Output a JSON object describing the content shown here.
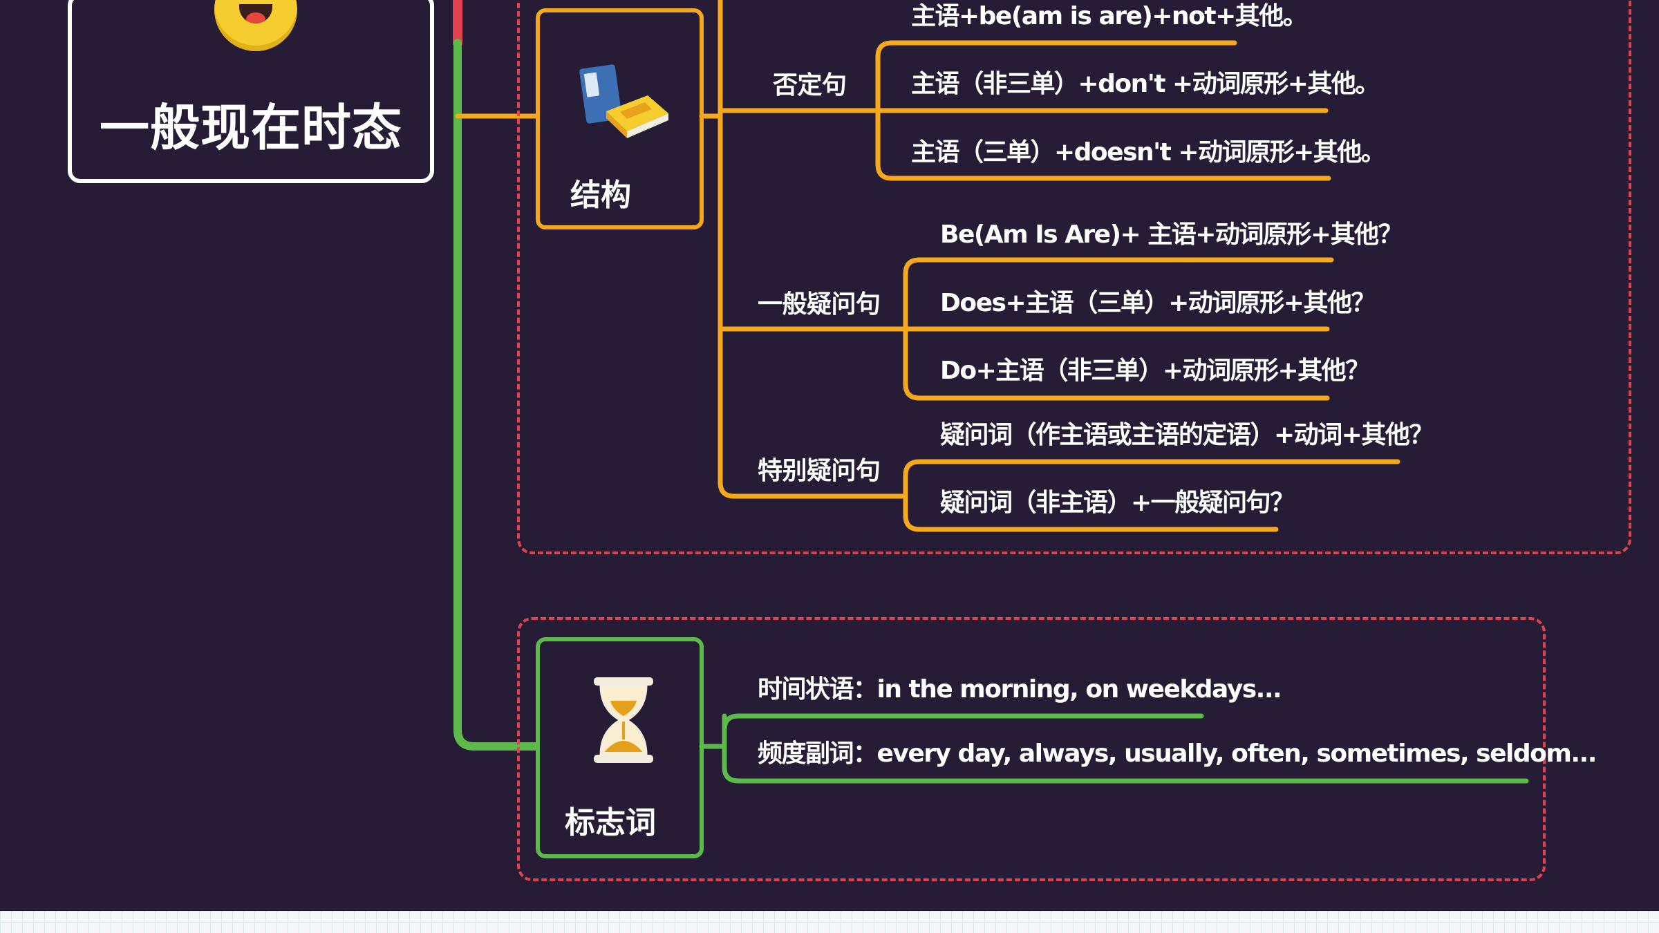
{
  "root": {
    "title": "一般现在时态",
    "icon": "smiling-face-icon"
  },
  "colors": {
    "background": "#261c35",
    "structure": "#f5a81c",
    "markers": "#5cb94a",
    "frame": "#e0434f",
    "text": "#ffffff"
  },
  "structure": {
    "label": "结构",
    "icon": "books-icon",
    "branches": [
      {
        "label": "否定句",
        "leaves": [
          "主语+be(am is are)+not+其他。",
          "主语（非三单）+don't +动词原形+其他。",
          "主语（三单）+doesn't +动词原形+其他。"
        ]
      },
      {
        "label": "一般疑问句",
        "leaves": [
          "Be(Am Is Are)+ 主语+动词原形+其他？",
          "Does+主语（三单）+动词原形+其他？",
          "Do+主语（非三单）+动词原形+其他？"
        ]
      },
      {
        "label": "特别疑问句",
        "leaves": [
          "疑问词（作主语或主语的定语）+动词+其他？",
          "疑问词（非主语）+一般疑问句？"
        ]
      }
    ]
  },
  "markers": {
    "label": "标志词",
    "icon": "hourglass-icon",
    "leaves": [
      "时间状语：in the morning, on weekdays...",
      "频度副词：every day, always, usually, often, sometimes, seldom..."
    ]
  }
}
